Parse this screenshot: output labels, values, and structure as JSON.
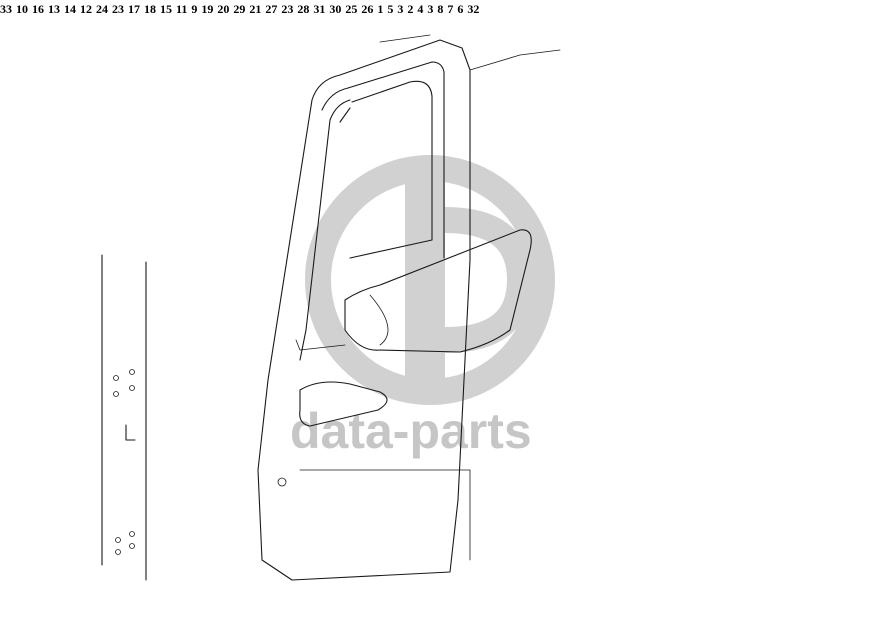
{
  "watermark": {
    "text": "data-parts",
    "color": "#bdbdbd"
  },
  "callouts": [
    {
      "id": "c1",
      "text": "1"
    },
    {
      "id": "c2",
      "text": "2"
    },
    {
      "id": "c3a",
      "text": "3"
    },
    {
      "id": "c3b",
      "text": "3"
    },
    {
      "id": "c4",
      "text": "4"
    },
    {
      "id": "c5",
      "text": "5"
    },
    {
      "id": "c6",
      "text": "6"
    },
    {
      "id": "c7",
      "text": "7"
    },
    {
      "id": "c8",
      "text": "8"
    },
    {
      "id": "c9",
      "text": "9"
    },
    {
      "id": "c10",
      "text": "10"
    },
    {
      "id": "c16",
      "text": "16"
    },
    {
      "id": "c11",
      "text": "11"
    },
    {
      "id": "c12",
      "text": "12"
    },
    {
      "id": "c13",
      "text": "13"
    },
    {
      "id": "c14",
      "text": "14"
    },
    {
      "id": "c15",
      "text": "15"
    },
    {
      "id": "c17",
      "text": "17"
    },
    {
      "id": "c18",
      "text": "18"
    },
    {
      "id": "c19",
      "text": "19"
    },
    {
      "id": "c20",
      "text": "20"
    },
    {
      "id": "c21",
      "text": "21"
    },
    {
      "id": "c23a",
      "text": "23"
    },
    {
      "id": "c23b",
      "text": "23"
    },
    {
      "id": "c24",
      "text": "24"
    },
    {
      "id": "c25",
      "text": "25"
    },
    {
      "id": "c26",
      "text": "26"
    },
    {
      "id": "c27",
      "text": "27"
    },
    {
      "id": "c28",
      "text": "28"
    },
    {
      "id": "c29",
      "text": "29"
    },
    {
      "id": "c30",
      "text": "30"
    },
    {
      "id": "c31",
      "text": "31"
    },
    {
      "id": "c32",
      "text": "32"
    },
    {
      "id": "c33",
      "text": "33"
    }
  ]
}
